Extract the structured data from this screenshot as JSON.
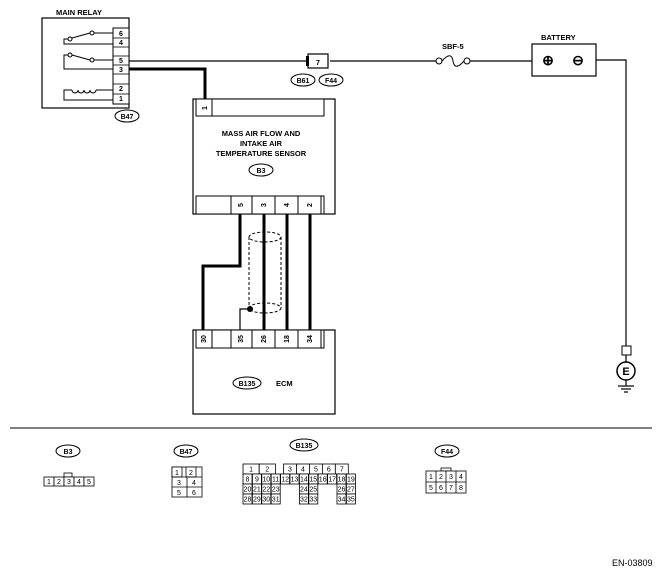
{
  "main_relay": {
    "title": "MAIN RELAY",
    "pins": [
      "6",
      "4",
      "5",
      "3",
      "2",
      "1"
    ],
    "connector": "B47"
  },
  "battery": {
    "title": "BATTERY",
    "plus": "⊕",
    "minus": "⊖"
  },
  "fuse": {
    "label": "SBF-5"
  },
  "junction": {
    "pin": "7",
    "connectors": [
      "B61",
      "F44"
    ]
  },
  "maf_sensor": {
    "title_lines": [
      "MASS AIR FLOW AND",
      "INTAKE AIR",
      "TEMPERATURE SENSOR"
    ],
    "connector": "B3",
    "top_pin": "1",
    "bottom_pins": [
      "5",
      "3",
      "4",
      "2"
    ]
  },
  "ecm": {
    "title": "ECM",
    "connector": "B135",
    "pins": [
      "30",
      "35",
      "26",
      "18",
      "34"
    ]
  },
  "ground": {
    "label": "E"
  },
  "connector_views": {
    "b3": {
      "title": "B3",
      "cells": [
        "1",
        "2",
        "3",
        "4",
        "5"
      ]
    },
    "b47": {
      "title": "B47",
      "rows": [
        [
          "1",
          "2"
        ],
        [
          "3",
          "4"
        ],
        [
          "5",
          "6"
        ]
      ]
    },
    "b135": {
      "title": "B135",
      "rows": [
        [
          "1",
          "2",
          "",
          "3",
          "4",
          "5",
          "6",
          "7"
        ],
        [
          "8",
          "9",
          "10",
          "11",
          "12",
          "13",
          "14",
          "15",
          "16",
          "17",
          "18",
          "19"
        ],
        [
          "20",
          "21",
          "22",
          "23",
          "24",
          "25",
          "26",
          "27"
        ],
        [
          "28",
          "29",
          "30",
          "31",
          "32",
          "33",
          "34",
          "35"
        ]
      ]
    },
    "f44": {
      "title": "F44",
      "rows": [
        [
          "1",
          "2",
          "3",
          "4"
        ],
        [
          "5",
          "6",
          "7",
          "8"
        ]
      ]
    }
  },
  "reference": "EN-03809"
}
